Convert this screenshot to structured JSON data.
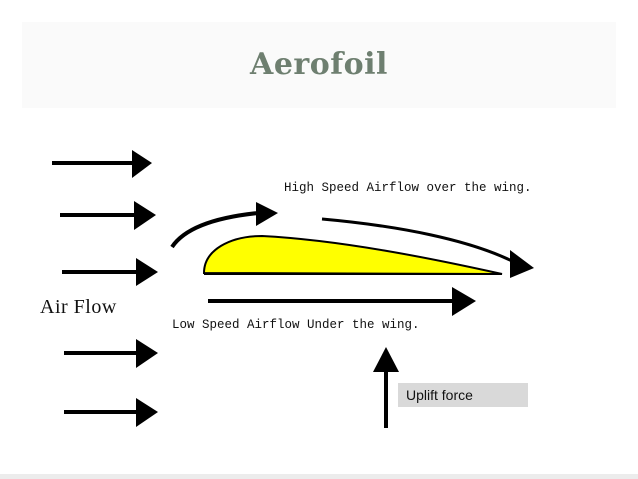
{
  "slide": {
    "title": "Aerofoil"
  },
  "diagram": {
    "high_speed_label": "High Speed Airflow over the wing.",
    "low_speed_label": "Low Speed Airflow Under the wing.",
    "air_flow_label": "Air Flow",
    "uplift_label": "Uplift force"
  },
  "colors": {
    "title": "#6e7f70",
    "wing_fill": "#ffff00",
    "arrow": "#000000",
    "uplift_box": "#d9d9d9"
  },
  "icons": {
    "arrows": "arrow-right-icon",
    "uplift_arrow": "arrow-up-icon",
    "wing": "aerofoil-wing-shape"
  }
}
